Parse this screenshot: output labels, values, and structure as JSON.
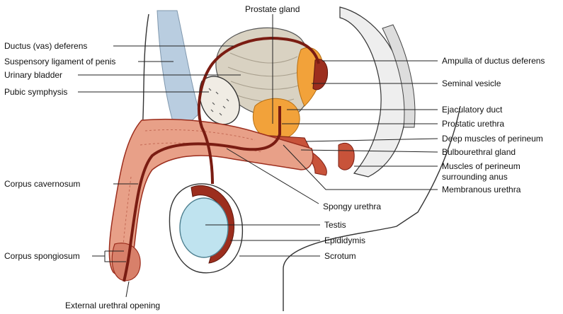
{
  "labels": {
    "prostate_gland": "Prostate gland",
    "ductus_deferens": "Ductus (vas) deferens",
    "suspensory_ligament": "Suspensory ligament of penis",
    "urinary_bladder": "Urinary bladder",
    "pubic_symphysis": "Pubic symphysis",
    "corpus_cavernosum": "Corpus cavernosum",
    "corpus_spongiosum": "Corpus spongiosum",
    "external_urethral_opening": "External urethral opening",
    "ampulla": "Ampulla of ductus deferens",
    "seminal_vesicle": "Seminal vesicle",
    "ejaculatory_duct": "Ejaculatory duct",
    "prostatic_urethra": "Prostatic urethra",
    "deep_muscles": "Deep muscles of perineum",
    "bulbourethral_gland": "Bulbourethral gland",
    "muscles_anus_line1": "Muscles of perineum",
    "muscles_anus_line2": "surrounding anus",
    "membranous_urethra": "Membranous urethra",
    "spongy_urethra": "Spongy urethra",
    "testis": "Testis",
    "epididymis": "Epididymis",
    "scrotum": "Scrotum"
  },
  "colors": {
    "tissue": "#e8a088",
    "tissue_dark": "#9c2e1e",
    "duct": "#7a1c12",
    "prostate": "#f2a23a",
    "bladder": "#d9d2c2",
    "ligament": "#b9cde0",
    "bone": "#f0ece4",
    "testis": "#bfe3ef",
    "pelvis_bg": "#eeeeee"
  }
}
